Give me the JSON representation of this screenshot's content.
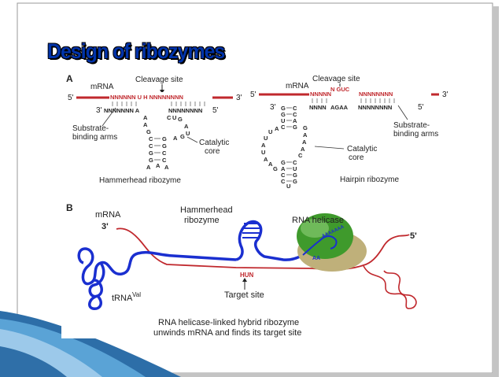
{
  "title": "Design of ribozymes",
  "panel_a": {
    "letter": "A",
    "hammerhead": {
      "five_prime": "5'",
      "three_prime": "3'",
      "mrna_label": "mRNA",
      "cleavage_label": "Cleavage site",
      "mrna_sequence": "NNNNNN U H NNNNNNNN",
      "arm_left": "NNNNNNN A",
      "arm_right": "NNNNNNNN",
      "arm_three": "3'",
      "arm_five": "5'",
      "substrate_label_1": "Substrate-",
      "substrate_label_2": "binding arms",
      "catalytic_label_1": "Catalytic",
      "catalytic_label_2": "core",
      "name": "Hammerhead ribozyme"
    },
    "hairpin": {
      "five_prime": "5'",
      "three_prime": "3'",
      "mrna_label": "mRNA",
      "cleavage_label": "Cleavage site",
      "mrna_sequence_left": "NNNNN",
      "mrna_sequence_mid": "N GUC",
      "mrna_sequence_right": "NNNNNNNN",
      "arm_left": "NNNN",
      "arm_mid": "AGAA",
      "arm_right": "NNNNNNNN",
      "arm_three": "3'",
      "arm_five": "5'",
      "substrate_label_1": "Substrate-",
      "substrate_label_2": "binding arms",
      "catalytic_label_1": "Catalytic",
      "catalytic_label_2": "core",
      "name": "Hairpin ribozyme"
    }
  },
  "panel_b": {
    "letter": "B",
    "mrna_label": "mRNA",
    "three_prime": "3'",
    "five_prime": "5'",
    "hammerhead_label_1": "Hammerhead",
    "hammerhead_label_2": "ribozyme",
    "helicase_label": "RNA helicase",
    "trna_label": "tRNA",
    "trna_sup": "Val",
    "hun_label": "HUN",
    "target_label": "Target site",
    "caption_1": "RNA helicase-linked hybrid ribozyme",
    "caption_2": "unwinds mRNA and finds its target site",
    "helix_tag": "AAAAAAA",
    "aa_tag": "AA"
  },
  "colors": {
    "title_blue": "#0033aa",
    "mrna_red": "#c0282d",
    "ribozyme_blue": "#1a2fd0",
    "helicase_green": "#3f9a2c",
    "helicase_tan": "#bfb07a",
    "frame_gray": "#b5b5b5",
    "swoosh_blue": "#3f86c0"
  }
}
